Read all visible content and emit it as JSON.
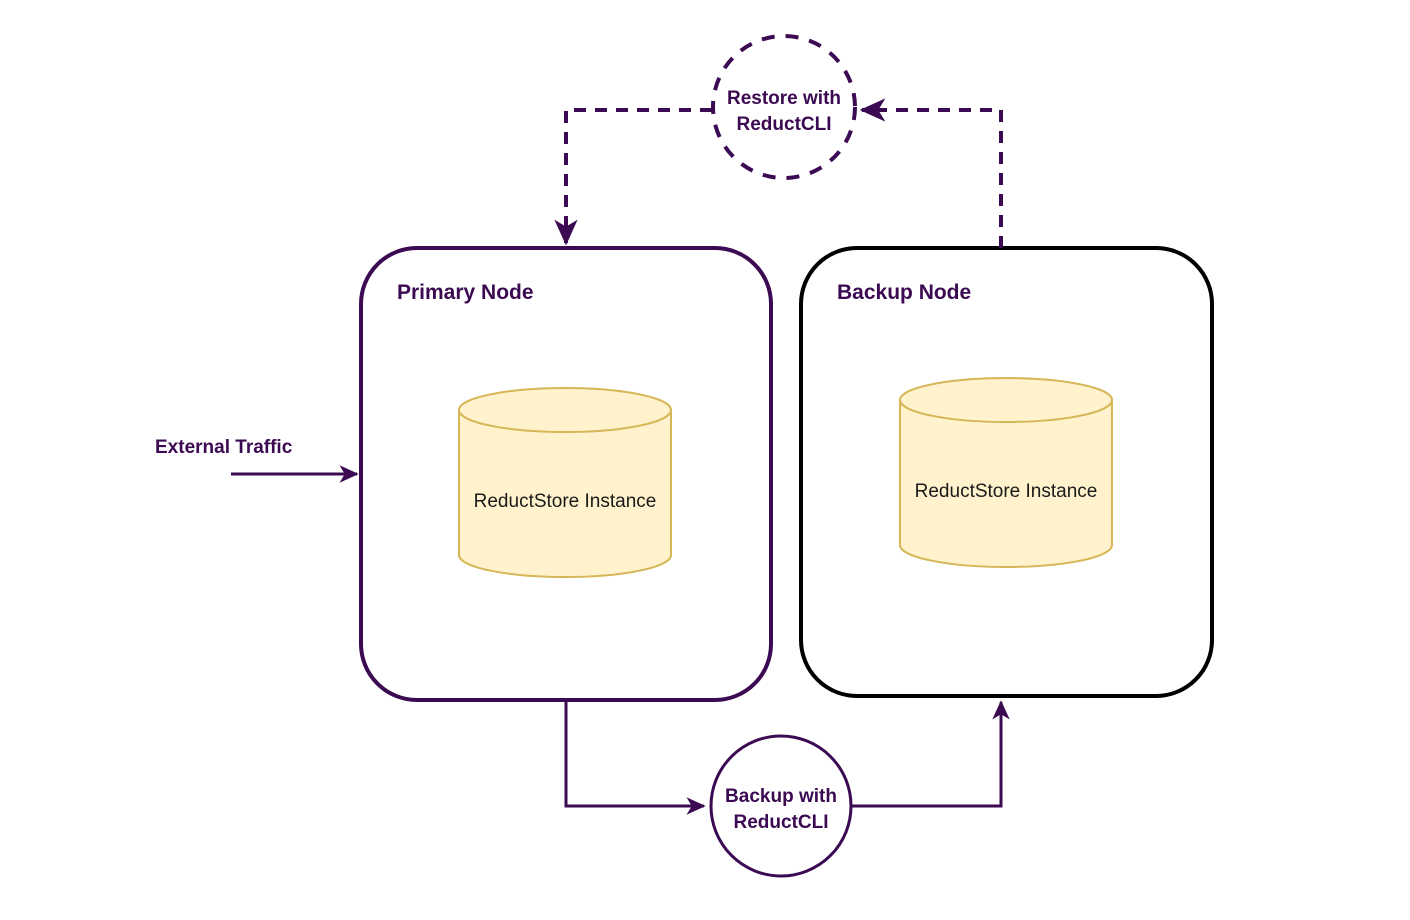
{
  "diagram": {
    "type": "architecture-flow",
    "background_color": "#ffffff",
    "accent_color": "#3B0A52",
    "black_color": "#000000",
    "cylinder_fill": "#FFF2CC",
    "cylinder_stroke": "#D6B656",
    "nodes": {
      "primary": {
        "title": "Primary Node",
        "border_color": "#3B0A52",
        "store": {
          "label": "ReductStore Instance"
        }
      },
      "backup": {
        "title": "Backup Node",
        "border_color": "#000000",
        "store": {
          "label": "ReductStore Instance"
        }
      }
    },
    "processes": {
      "restore": {
        "label_line1": "Restore with",
        "label_line2": "ReductCLI",
        "stroke_style": "dashed"
      },
      "backup": {
        "label_line1": "Backup with",
        "label_line2": "ReductCLI",
        "stroke_style": "solid"
      }
    },
    "edges": {
      "external_traffic": {
        "label": "External Traffic"
      }
    }
  }
}
